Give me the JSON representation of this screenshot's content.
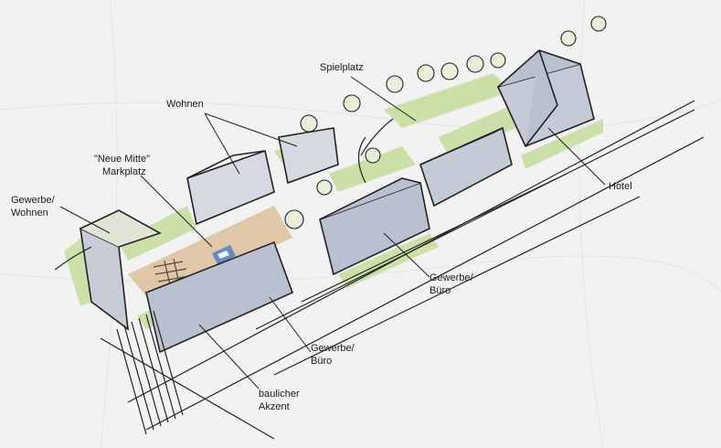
{
  "labels": {
    "spielplatz": "Spielplatz",
    "wohnen": "Wohnen",
    "neue_mitte": "\"Neue Mitte\"",
    "markplatz": "Markplatz",
    "gewerbe_wohnen_1": "Gewerbe/",
    "gewerbe_wohnen_2": "Wohnen",
    "hotel": "Hotel",
    "gewerbe_buero_top_1": "Gewerbe/",
    "gewerbe_buero_top_2": "Büro",
    "gewerbe_buero_bottom_1": "Gewerbe/",
    "gewerbe_buero_bottom_2": "Büro",
    "akzent_1": "baulicher",
    "akzent_2": "Akzent"
  },
  "colors": {
    "paper": "#f2f2f2",
    "ink": "#222222",
    "green": "#9cc46a",
    "green_light": "#c5dd9c",
    "grey_blue": "#b9c0cf",
    "sand": "#d8b88f",
    "blue": "#4a78c8"
  }
}
